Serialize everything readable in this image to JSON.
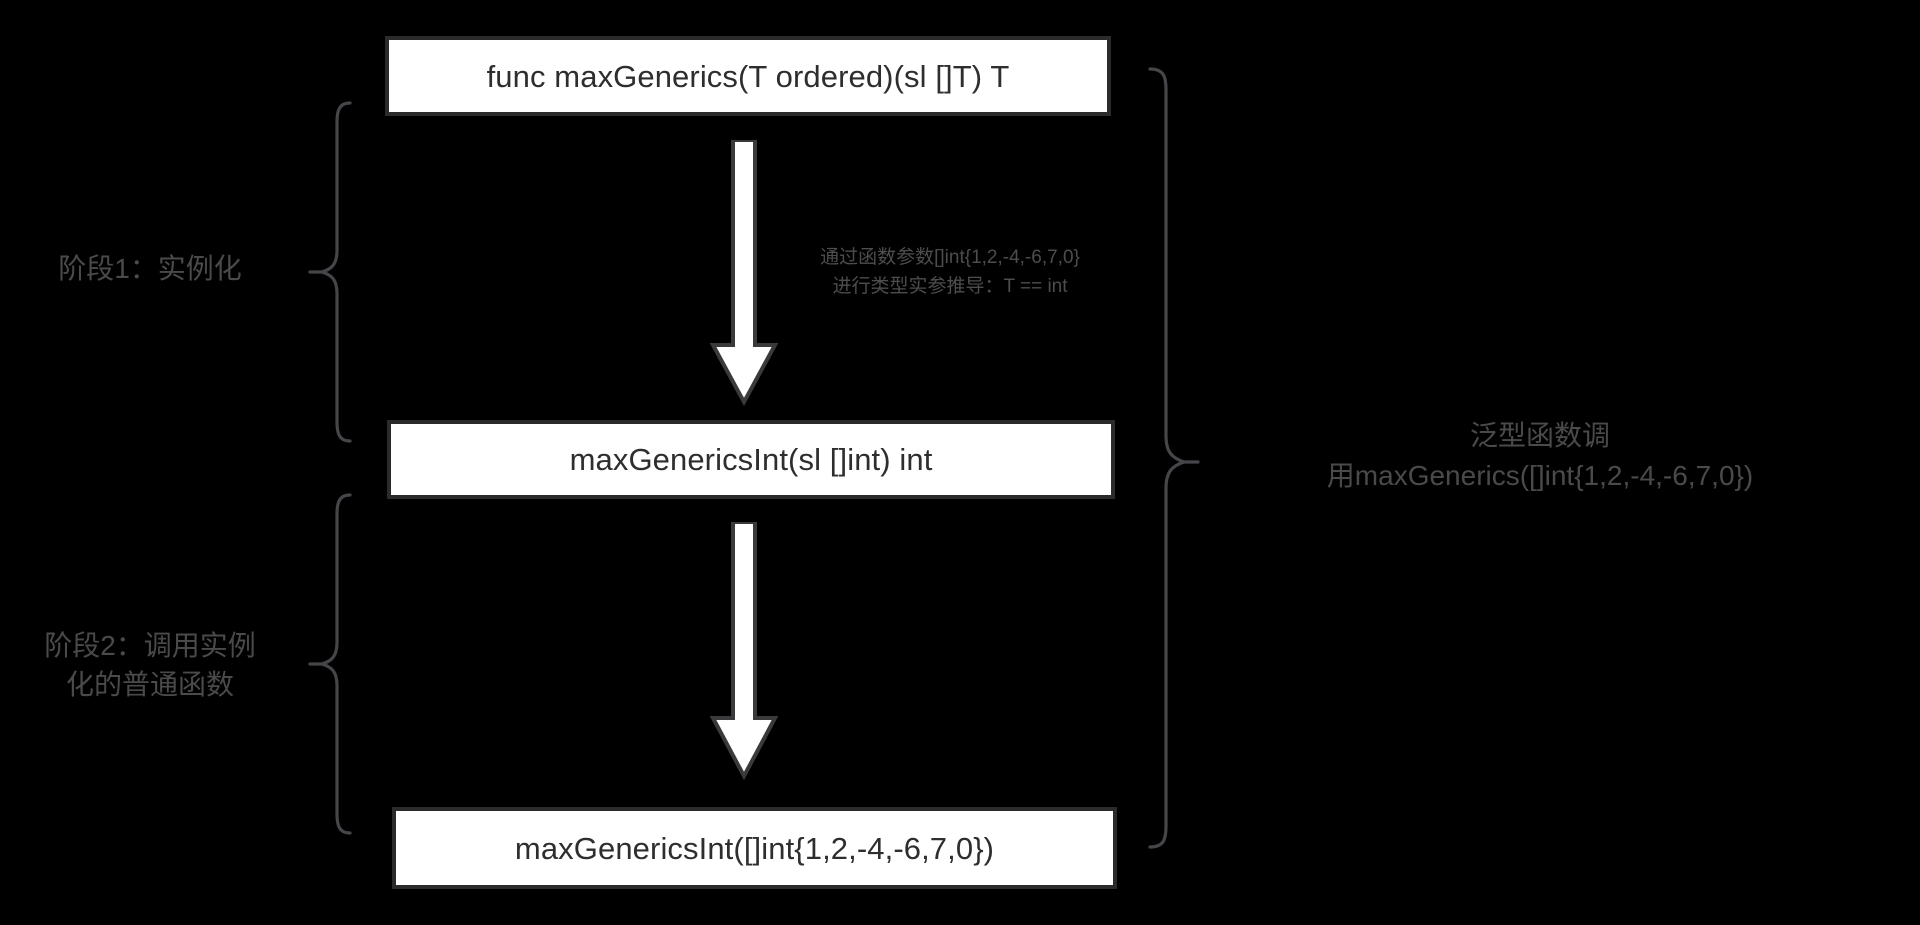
{
  "diagram": {
    "title": "Go generics instantiation and invocation flow",
    "background_color": "#000000",
    "box_fill_color": "#ffffff",
    "box_border_color": "#2b2b2e",
    "text_color": "#2e2e30",
    "annotation_color": "#4a4a4c",
    "nodes": [
      {
        "id": "generic-func",
        "label": "func maxGenerics(T ordered)(sl []T) T"
      },
      {
        "id": "instantiated-func",
        "label": "maxGenericsInt(sl []int) int"
      },
      {
        "id": "call-func",
        "label": "maxGenericsInt([]int{1,2,-4,-6,7,0})"
      }
    ],
    "arrows": [
      {
        "id": "instantiation",
        "direction": "down",
        "annotation_lines": [
          "通过函数参数[]int{1,2,-4,-6,7,0}",
          "进行类型实参推导：T == int"
        ]
      },
      {
        "id": "invocation",
        "direction": "down",
        "annotation_lines": []
      }
    ],
    "braces": [
      {
        "id": "stage1",
        "orientation": "left",
        "label_lines": [
          "阶段1：实例化"
        ]
      },
      {
        "id": "stage2",
        "orientation": "left",
        "label_lines": [
          "阶段2：调用实例",
          "化的普通函数"
        ]
      },
      {
        "id": "overall",
        "orientation": "right",
        "label_lines": [
          "泛型函数调",
          "用maxGenerics([]int{1,2,-4,-6,7,0})"
        ]
      }
    ]
  }
}
